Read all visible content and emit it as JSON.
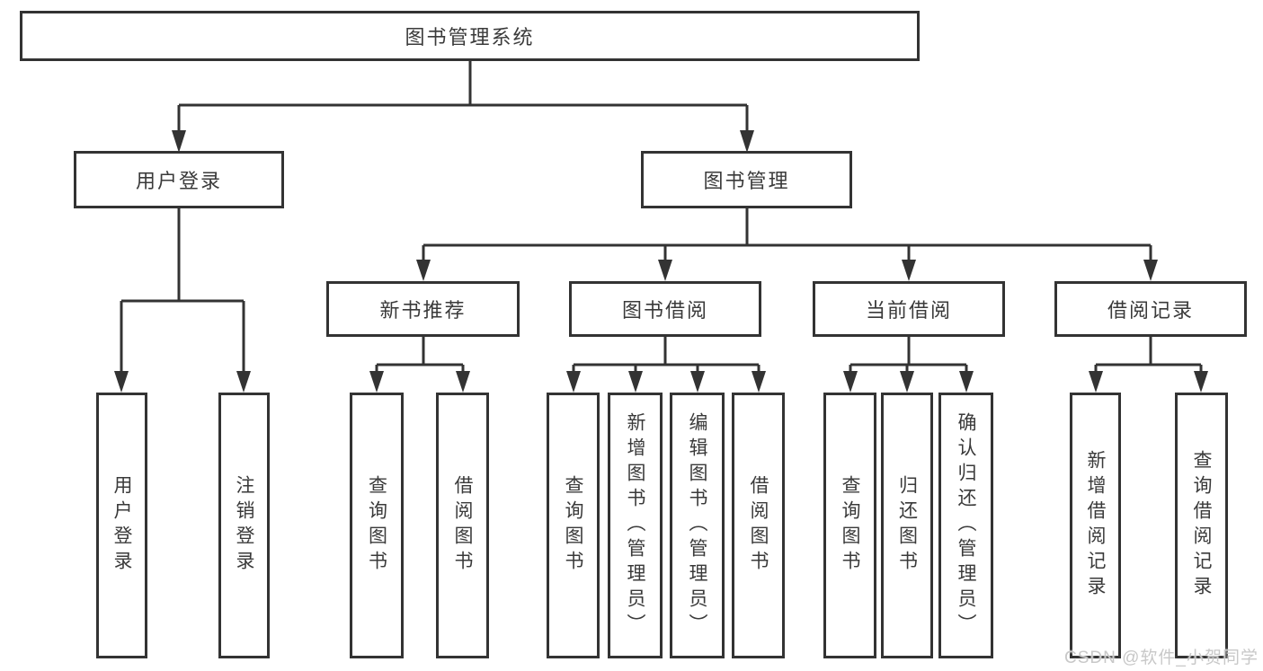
{
  "watermark": {
    "text": "CSDN @软件_小贺同学"
  },
  "colors": {
    "line": "#333333",
    "box_border": "#333333",
    "text": "#3a3a3a",
    "background": "#ffffff",
    "watermark": "#c8c8c8"
  },
  "tree": {
    "label": "图书管理系统",
    "children": [
      {
        "label": "用户登录",
        "children": [
          {
            "label": "用户登录"
          },
          {
            "label": "注销登录"
          }
        ]
      },
      {
        "label": "图书管理",
        "children": [
          {
            "label": "新书推荐",
            "children": [
              {
                "label": "查询图书"
              },
              {
                "label": "借阅图书"
              }
            ]
          },
          {
            "label": "图书借阅",
            "children": [
              {
                "label": "查询图书"
              },
              {
                "label": "新增图书（管理员）"
              },
              {
                "label": "编辑图书（管理员）"
              },
              {
                "label": "借阅图书"
              }
            ]
          },
          {
            "label": "当前借阅",
            "children": [
              {
                "label": "查询图书"
              },
              {
                "label": "归还图书"
              },
              {
                "label": "确认归还（管理员）"
              }
            ]
          },
          {
            "label": "借阅记录",
            "children": [
              {
                "label": "新增借阅记录"
              },
              {
                "label": "查询借阅记录"
              }
            ]
          }
        ]
      }
    ]
  }
}
